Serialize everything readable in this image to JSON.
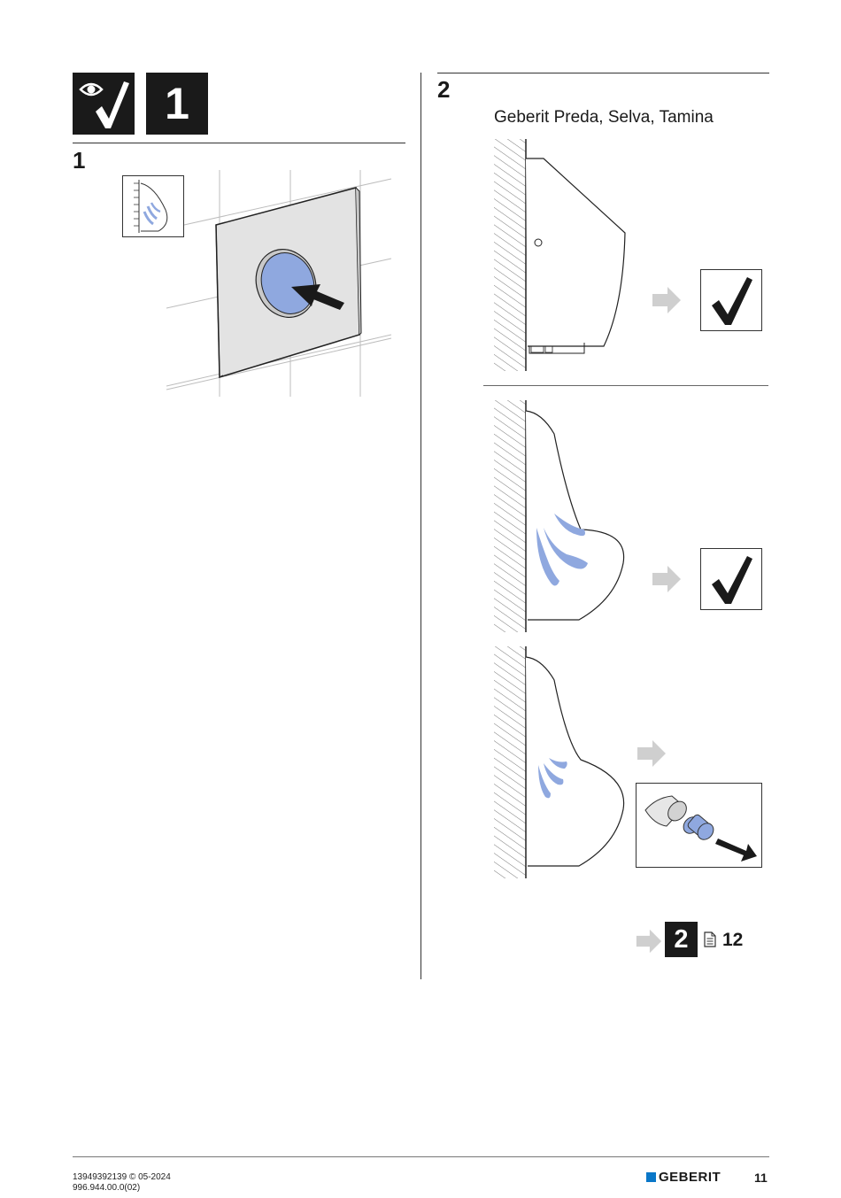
{
  "step1": {
    "number": "1",
    "badge_number": "1"
  },
  "step2": {
    "number": "2",
    "models": "Geberit Preda, Selva, Tamina",
    "ref_step": "2",
    "ref_page": "12"
  },
  "colors": {
    "ink": "#1a1a1a",
    "water_blue": "#8fa8df",
    "arrow_grey": "#cfcfcf",
    "plate_grey": "#e3e3e3",
    "brand_blue": "#0a77c8"
  },
  "icons": [
    "eye-icon",
    "check-icon",
    "urinal-flush-icon",
    "arrow-right-icon",
    "document-icon",
    "unscrew-cartridge-icon"
  ],
  "footer": {
    "doc_code_line1": "13949392139 © 05-2024",
    "doc_code_line2": "996.944.00.0(02)",
    "brand": "GEBERIT",
    "page": "11"
  }
}
